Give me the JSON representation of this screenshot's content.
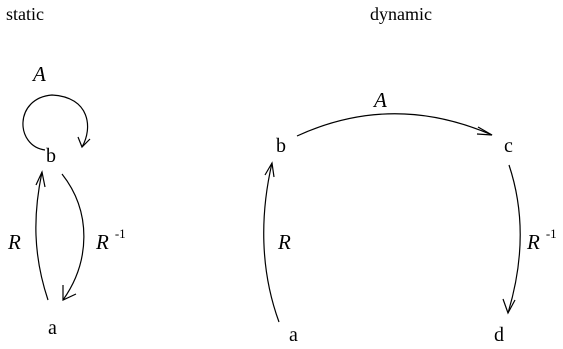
{
  "titles": {
    "static": "static",
    "dynamic": "dynamic"
  },
  "static_graph": {
    "nodes": {
      "a": "a",
      "b": "b"
    },
    "edges": {
      "loop": "A",
      "up": "R",
      "down": "R",
      "down_sup": "-1"
    }
  },
  "dynamic_graph": {
    "nodes": {
      "a": "a",
      "b": "b",
      "c": "c",
      "d": "d"
    },
    "edges": {
      "ab": "R",
      "bc": "A",
      "cd": "R",
      "cd_sup": "-1"
    }
  }
}
